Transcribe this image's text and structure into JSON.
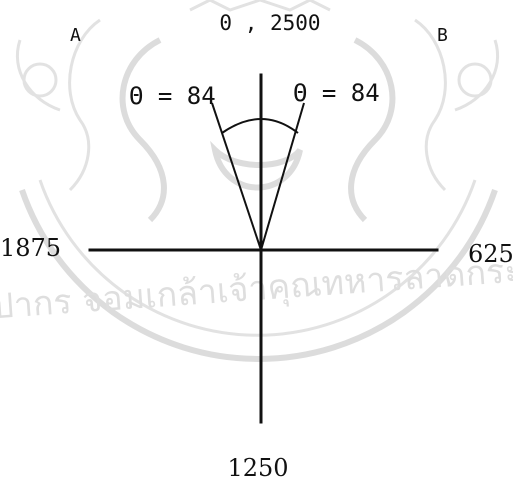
{
  "diagram": {
    "corner_left": "A",
    "corner_right": "B",
    "axis_labels": {
      "top": "0 , 2500",
      "left": "1875",
      "right": "625",
      "bottom": "1250"
    },
    "angle_labels": {
      "left": "Θ = 84",
      "right": "Θ = 84"
    }
  },
  "watermark": {
    "text": "ศิลปากร จอมเกล้าเจ้าคุณทหารลาดกระบัง",
    "color": "#dcdcdc"
  }
}
